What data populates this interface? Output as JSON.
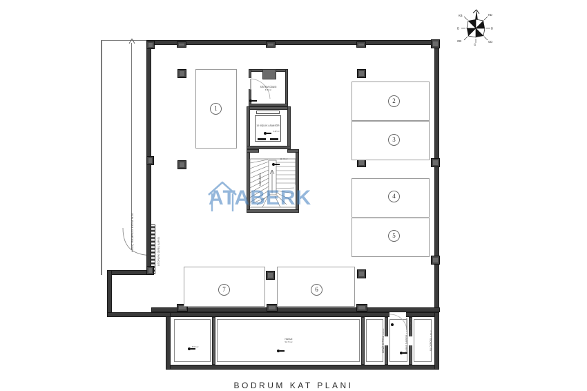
{
  "document": {
    "title": "BODRUM KAT PLANI",
    "type": "architectural-floor-plan",
    "language": "tr"
  },
  "watermark": {
    "text": "ATABERK",
    "icon": "house-icon",
    "color": "#3f7ebf"
  },
  "compass": {
    "name": "north-arrow-compass-rose",
    "labels": [
      "K",
      "KD",
      "D",
      "GD",
      "G",
      "GB",
      "B",
      "KB"
    ]
  },
  "ramp": {
    "label": "ARAÇ RAMPASI EĞİM %20",
    "gate_label": "OTOPARK GİRİŞ KAPISI"
  },
  "parking_stalls": [
    {
      "number": "1"
    },
    {
      "number": "2"
    },
    {
      "number": "3"
    },
    {
      "number": "4"
    },
    {
      "number": "5"
    },
    {
      "number": "6"
    },
    {
      "number": "7"
    }
  ],
  "rooms": [
    {
      "id": "sistem-odasi",
      "name": "SİSTEM ODASI",
      "area": "6.80 m²"
    },
    {
      "id": "asansor",
      "name": "10 KİŞİLİK ASANSÖR",
      "area": "4.42 m²"
    },
    {
      "id": "merdiven",
      "name": "MERDİVEN",
      "area": "11.40 m²"
    },
    {
      "id": "havuz",
      "name": "HAVUZ",
      "area": "51.70 m²"
    },
    {
      "id": "deniz-deposu",
      "name": "DENİZ DEPOSU",
      "area": "4.20 m²"
    },
    {
      "id": "makine-dairesi",
      "name": "MAKİNE DAİRESİ",
      "area": "4.10 m²"
    },
    {
      "id": "su-deposu",
      "name": "SU DEPOSU",
      "area": "3.94 m²"
    },
    {
      "id": "depo",
      "name": "DEPO",
      "area": "8.60 m²"
    }
  ],
  "colors": {
    "wall": "#3a3a3a",
    "column": "#444444",
    "line": "#9a9a9a",
    "background": "#ffffff",
    "watermark": "#3f7ebf"
  }
}
